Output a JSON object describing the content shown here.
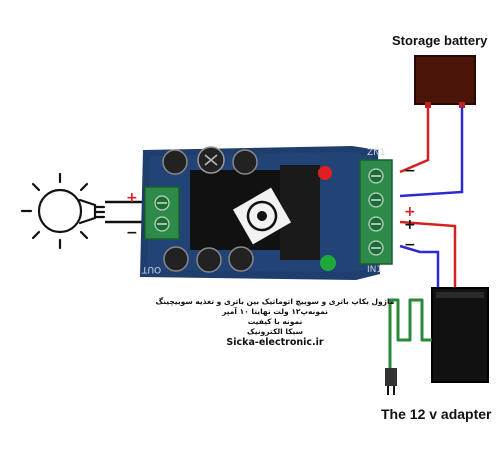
{
  "labels": {
    "storage_battery": "Storage battery",
    "adapter": "The 12 v adapter",
    "board_in": "IN1",
    "board_zn": "ZN1",
    "board_out": "OUT"
  },
  "caption": {
    "lines": [
      "ماژول بکاپ باتری و سوییچ اتوماتیک بین باتری و تغذیه سوییچینگ",
      "نمونه‌پ۱۲ ولت نهایتا ۱۰ آمپر",
      "نمونه با کیفیت",
      "سیکا الکترونیک"
    ],
    "website": "Sicka-electronic.ir"
  },
  "polarity": {
    "plus": "+",
    "minus": "−"
  },
  "colors": {
    "board": "#1f3e6e",
    "terminal": "#2e8a49",
    "wire_red": "#d42020",
    "wire_blue": "#2a2ad0",
    "wire_green": "#2a8a3a",
    "battery": "#4a1408",
    "adapter": "#111111"
  },
  "icons": [
    "bulb-icon",
    "plug-icon",
    "battery-icon",
    "adapter-icon"
  ]
}
